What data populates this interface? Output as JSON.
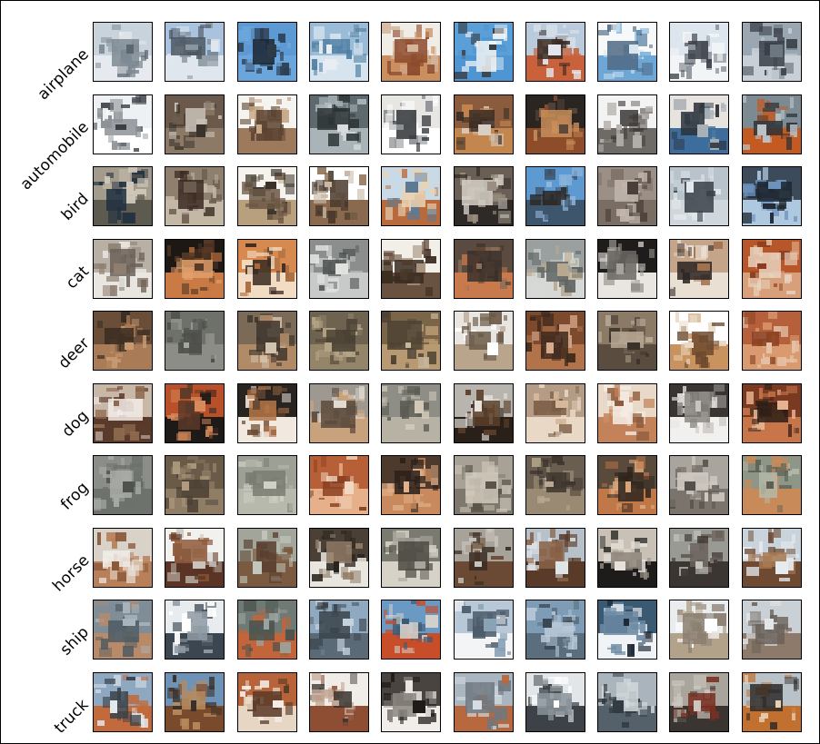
{
  "figure": {
    "rows": [
      {
        "label": "airplane",
        "images": [
          {
            "palette": [
              "#c9d3dc",
              "#e6eaee",
              "#7e8a93",
              "#5b6670"
            ]
          },
          {
            "palette": [
              "#a9c2de",
              "#dfe6ee",
              "#4d5863",
              "#8a969f"
            ]
          },
          {
            "palette": [
              "#5d9ad3",
              "#6aa6dc",
              "#1b2430",
              "#2d3a48"
            ]
          },
          {
            "palette": [
              "#9bbcd8",
              "#d6e4ef",
              "#4f7fa3",
              "#e9eef3"
            ]
          },
          {
            "palette": [
              "#f0ece6",
              "#c98f5e",
              "#8c4a2d",
              "#d4b49a"
            ]
          },
          {
            "palette": [
              "#5a9fd8",
              "#4f95d2",
              "#f1f4f6",
              "#3a3f46"
            ]
          },
          {
            "palette": [
              "#b9cbdc",
              "#c9623a",
              "#3b2b24",
              "#e0e6ec"
            ]
          },
          {
            "palette": [
              "#f7f8fa",
              "#6ea7d6",
              "#4f6a84",
              "#d8e6f1"
            ]
          },
          {
            "palette": [
              "#dde6ef",
              "#f2f4f6",
              "#3b4049",
              "#8c939b"
            ]
          },
          {
            "palette": [
              "#9aa7b3",
              "#c8cfd6",
              "#3a4048",
              "#6d7780"
            ]
          }
        ]
      },
      {
        "label": "automobile",
        "images": [
          {
            "palette": [
              "#eef1f3",
              "#ffffff",
              "#8d9298",
              "#3c4046"
            ]
          },
          {
            "palette": [
              "#6b5a4c",
              "#8d7a66",
              "#c9c2b8",
              "#3a332c"
            ]
          },
          {
            "palette": [
              "#f6f4f1",
              "#9d7a5c",
              "#5a4330",
              "#c7a889"
            ]
          },
          {
            "palette": [
              "#5c6a6e",
              "#aab4b8",
              "#2c3335",
              "#d8dcde"
            ]
          },
          {
            "palette": [
              "#e8e6e3",
              "#ffffff",
              "#2e3236",
              "#8e9094"
            ]
          },
          {
            "palette": [
              "#8a5b3c",
              "#c4864f",
              "#3a2d25",
              "#d8cfc4"
            ]
          },
          {
            "palette": [
              "#2b2521",
              "#8d4d2a",
              "#c98e5a",
              "#5a4a3e"
            ]
          },
          {
            "palette": [
              "#f3f3f3",
              "#6e6a66",
              "#3a3735",
              "#b7b3ae"
            ]
          },
          {
            "palette": [
              "#e7e3de",
              "#3d6d9c",
              "#2a3138",
              "#a9b0b6"
            ]
          },
          {
            "palette": [
              "#7c8a93",
              "#c35a22",
              "#2e3337",
              "#b8c2c8"
            ]
          }
        ]
      },
      {
        "label": "bird",
        "images": [
          {
            "palette": [
              "#a39b8c",
              "#5d5a50",
              "#203040",
              "#cfc8b9"
            ]
          },
          {
            "palette": [
              "#8e7f6e",
              "#c3b7a6",
              "#3b2a22",
              "#6a5d50"
            ]
          },
          {
            "palette": [
              "#f6f3ee",
              "#b89f7e",
              "#6b5744",
              "#3a3128"
            ]
          },
          {
            "palette": [
              "#ffffff",
              "#8a6a4e",
              "#4a3a2c",
              "#c9b8a4"
            ]
          },
          {
            "palette": [
              "#c9d9e6",
              "#b86a3c",
              "#e9d2b4",
              "#5e7a93"
            ]
          },
          {
            "palette": [
              "#6a5f55",
              "#2e2a27",
              "#d6d0c8",
              "#9a8e80"
            ]
          },
          {
            "palette": [
              "#5e9ad2",
              "#3e566c",
              "#2a2520",
              "#8fb6dc"
            ]
          },
          {
            "palette": [
              "#9b8f86",
              "#7a6d63",
              "#c0b6ad",
              "#4a4039"
            ]
          },
          {
            "palette": [
              "#b9c3cb",
              "#cfd6dc",
              "#3a4048",
              "#e4e8ec"
            ]
          },
          {
            "palette": [
              "#3c4a5a",
              "#aec8e0",
              "#1d2630",
              "#6d93bd"
            ]
          }
        ]
      },
      {
        "label": "cat",
        "images": [
          {
            "palette": [
              "#b8b0a5",
              "#e9e6e1",
              "#6c6259",
              "#8d7e70"
            ]
          },
          {
            "palette": [
              "#1e1815",
              "#c97a45",
              "#e2a06b",
              "#5a3b27"
            ]
          },
          {
            "palette": [
              "#d78a4f",
              "#f2dcc3",
              "#3a2a20",
              "#a86a3e"
            ]
          },
          {
            "palette": [
              "#8b8e8c",
              "#c7cac8",
              "#4e5351",
              "#e0e2e0"
            ]
          },
          {
            "palette": [
              "#f2eee8",
              "#6a5240",
              "#3a2b20",
              "#a99480"
            ]
          },
          {
            "palette": [
              "#5a4a40",
              "#c87a4c",
              "#3a302a",
              "#8d6f5a"
            ]
          },
          {
            "palette": [
              "#9aa0a0",
              "#d6d8d6",
              "#5f6462",
              "#b8a88f"
            ]
          },
          {
            "palette": [
              "#1f1d1c",
              "#e9e6e2",
              "#6c6864",
              "#a6a29c"
            ]
          },
          {
            "palette": [
              "#c4a58a",
              "#e9dfd3",
              "#2c2521",
              "#a1704c"
            ]
          },
          {
            "palette": [
              "#b8562b",
              "#d8a07a",
              "#e8d2bd",
              "#8a3e1f"
            ]
          }
        ]
      },
      {
        "label": "deer",
        "images": [
          {
            "palette": [
              "#6b4e38",
              "#a97b56",
              "#3a2d22",
              "#c79a72"
            ]
          },
          {
            "palette": [
              "#6e706a",
              "#8c8d86",
              "#4c4e49",
              "#a5a69f"
            ]
          },
          {
            "palette": [
              "#7b6a58",
              "#b08a66",
              "#3f352b",
              "#d3c2ad"
            ]
          },
          {
            "palette": [
              "#6e6250",
              "#948468",
              "#4a4234",
              "#b4a486"
            ]
          },
          {
            "palette": [
              "#7a6548",
              "#b89a72",
              "#4d4233",
              "#c9b79b"
            ]
          },
          {
            "palette": [
              "#e9e6e1",
              "#b9a48c",
              "#6b5a48",
              "#ffffff"
            ]
          },
          {
            "palette": [
              "#7e4a2e",
              "#b3734a",
              "#3e2a1e",
              "#d8a98a"
            ]
          },
          {
            "palette": [
              "#8a7a66",
              "#5a4d40",
              "#b8a994",
              "#3a3229"
            ]
          },
          {
            "palette": [
              "#ffffff",
              "#c9935f",
              "#6e4a2e",
              "#e8d8c4"
            ]
          },
          {
            "palette": [
              "#b5603a",
              "#d99a70",
              "#8a4223",
              "#e6c2a8"
            ]
          }
        ]
      },
      {
        "label": "dog",
        "images": [
          {
            "palette": [
              "#c9b8a8",
              "#5a3a2a",
              "#f2ece6",
              "#8e6a50"
            ]
          },
          {
            "palette": [
              "#b8502a",
              "#1e1a18",
              "#5a3a28",
              "#d98a5a"
            ]
          },
          {
            "palette": [
              "#2a2420",
              "#f1e9e0",
              "#b47548",
              "#6a4a32"
            ]
          },
          {
            "palette": [
              "#9e9990",
              "#c8a27c",
              "#5a4a3c",
              "#e2dbd2"
            ]
          },
          {
            "palette": [
              "#8e8e86",
              "#b8b2a4",
              "#5c5c55",
              "#d0c9b8"
            ]
          },
          {
            "palette": [
              "#b8b4ae",
              "#2a201a",
              "#5a3f2a",
              "#e6e3de"
            ]
          },
          {
            "palette": [
              "#b59c86",
              "#e9d8c6",
              "#7a5c44",
              "#d6b89a"
            ]
          },
          {
            "palette": [
              "#e9d9c9",
              "#c3825a",
              "#f6efe8",
              "#8e5c3c"
            ]
          },
          {
            "palette": [
              "#3a3532",
              "#f2f0ee",
              "#8c8884",
              "#c7c3bf"
            ]
          },
          {
            "palette": [
              "#7a3a22",
              "#c8754a",
              "#2c1e18",
              "#e6b28f"
            ]
          }
        ]
      },
      {
        "label": "frog",
        "images": [
          {
            "palette": [
              "#8a8d88",
              "#6e726c",
              "#a9aca6",
              "#4f524d"
            ]
          },
          {
            "palette": [
              "#6a5a48",
              "#8f7d66",
              "#4a4034",
              "#b09b80"
            ]
          },
          {
            "palette": [
              "#9da095",
              "#b8b9ad",
              "#7a7d72",
              "#cfd0c6"
            ]
          },
          {
            "palette": [
              "#b75f36",
              "#e6b08a",
              "#8a3f20",
              "#f2d8c2"
            ]
          },
          {
            "palette": [
              "#4e3a2c",
              "#c88a5c",
              "#2a201a",
              "#e2b08a"
            ]
          },
          {
            "palette": [
              "#a8a296",
              "#7e786c",
              "#cfc8bb",
              "#5a544a"
            ]
          },
          {
            "palette": [
              "#6a5e50",
              "#9a8a74",
              "#3e362e",
              "#b9a993"
            ]
          },
          {
            "palette": [
              "#5a4a3c",
              "#c07848",
              "#2e241d",
              "#d8a57a"
            ]
          },
          {
            "palette": [
              "#a9a49d",
              "#7a746c",
              "#d2cdc6",
              "#555049"
            ]
          },
          {
            "palette": [
              "#8e9688",
              "#c88a58",
              "#b5b8a8",
              "#5c6055"
            ]
          }
        ]
      },
      {
        "label": "horse",
        "images": [
          {
            "palette": [
              "#d8d2c8",
              "#b8805a",
              "#f0ece6",
              "#8a5a3c"
            ]
          },
          {
            "palette": [
              "#f3f1ee",
              "#5a3424",
              "#8e5a3c",
              "#c9c3bb"
            ]
          },
          {
            "palette": [
              "#a2a59a",
              "#7a5a40",
              "#5a4030",
              "#c3c6bc"
            ]
          },
          {
            "palette": [
              "#4a4035",
              "#e9e6e0",
              "#8e7a64",
              "#2a241e"
            ]
          },
          {
            "palette": [
              "#7a7a70",
              "#d6d2c8",
              "#4c4a42",
              "#a8a69c"
            ]
          },
          {
            "palette": [
              "#a7a39b",
              "#6a4a34",
              "#3a2c22",
              "#c8c4bc"
            ]
          },
          {
            "palette": [
              "#b6c1c9",
              "#5a3a28",
              "#8a6248",
              "#dfe4e7"
            ]
          },
          {
            "palette": [
              "#c9c1b5",
              "#1e1c1a",
              "#8e857a",
              "#e6e1da"
            ]
          },
          {
            "palette": [
              "#9a9a94",
              "#3c3632",
              "#6a605a",
              "#c4c2bc"
            ]
          },
          {
            "palette": [
              "#c9d3dc",
              "#6e4a32",
              "#a87a54",
              "#e6ebef"
            ]
          }
        ]
      },
      {
        "label": "ship",
        "images": [
          {
            "palette": [
              "#7e8d98",
              "#b88a68",
              "#4e5a63",
              "#a9b5bd"
            ]
          },
          {
            "palette": [
              "#e9ecef",
              "#3c4650",
              "#8f9aa3",
              "#ffffff"
            ]
          },
          {
            "palette": [
              "#6f7a74",
              "#c3643a",
              "#4a524d",
              "#9aa39d"
            ]
          },
          {
            "palette": [
              "#8fa9c0",
              "#5a6a76",
              "#3a434a",
              "#c4d2de"
            ]
          },
          {
            "palette": [
              "#6a9ac4",
              "#c84e2a",
              "#d8d4ce",
              "#3d5a73"
            ]
          },
          {
            "palette": [
              "#b8c8d6",
              "#f2f4f6",
              "#4a5a68",
              "#8aa2b6"
            ]
          },
          {
            "palette": [
              "#7e9cb6",
              "#5a6e7e",
              "#b8c9d8",
              "#3a4854"
            ]
          },
          {
            "palette": [
              "#3a5a74",
              "#f0f3f6",
              "#6c8aa3",
              "#1e2a36"
            ]
          },
          {
            "palette": [
              "#e9edf0",
              "#b3a28a",
              "#8a7e70",
              "#ffffff"
            ]
          },
          {
            "palette": [
              "#c9d0d6",
              "#8e7a6a",
              "#6a625a",
              "#e2e6e9"
            ]
          }
        ]
      },
      {
        "label": "truck",
        "images": [
          {
            "palette": [
              "#8fa8c2",
              "#c26a3c",
              "#3a424a",
              "#e3e8ec"
            ]
          },
          {
            "palette": [
              "#6e93b6",
              "#7a4a2c",
              "#b88a5c",
              "#3a3028"
            ]
          },
          {
            "palette": [
              "#b8643a",
              "#e8d6c4",
              "#5a3a28",
              "#f2ede8"
            ]
          },
          {
            "palette": [
              "#f0ede9",
              "#8e4e34",
              "#3a3330",
              "#c3a794"
            ]
          },
          {
            "palette": [
              "#4a4440",
              "#f1eee9",
              "#8c8680",
              "#1e1b19"
            ]
          },
          {
            "palette": [
              "#a9b6c0",
              "#b8683e",
              "#6e7880",
              "#d6dde2"
            ]
          },
          {
            "palette": [
              "#e3e6e8",
              "#3c4248",
              "#8a939a",
              "#ffffff"
            ]
          },
          {
            "palette": [
              "#aab4bc",
              "#54606a",
              "#d2d8dc",
              "#333b42"
            ]
          },
          {
            "palette": [
              "#a9a49c",
              "#3a3530",
              "#7a2f22",
              "#cbc6bf"
            ]
          },
          {
            "palette": [
              "#b9c2c9",
              "#c2702f",
              "#2e2c2a",
              "#e6d0b6"
            ]
          }
        ]
      }
    ]
  }
}
